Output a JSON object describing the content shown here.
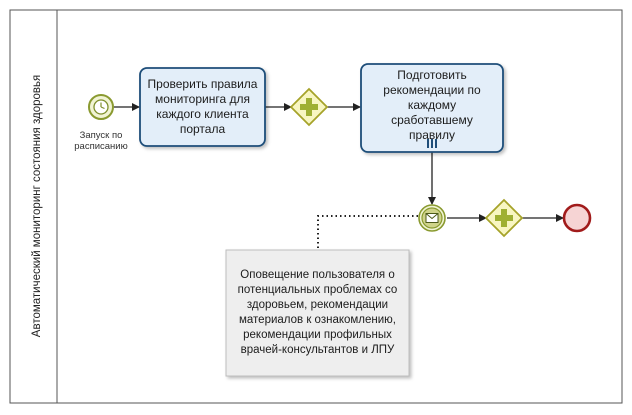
{
  "pool": {
    "lane_label": "Автоматический мониторинг состояния здоровья"
  },
  "start_event": {
    "label": "Запуск по расписанию",
    "label_line1": "Запуск по",
    "label_line2": "расписанию",
    "icon": "timer-icon"
  },
  "task1": {
    "label": "Проверить правила мониторинга для каждого клиента портала"
  },
  "gateway1": {
    "icon": "parallel-gateway-icon"
  },
  "task2": {
    "label": "Подготовить рекомендации по каждому сработавшему правилу",
    "marker": "multi-instance-icon"
  },
  "message_event": {
    "icon": "envelope-icon"
  },
  "gateway2": {
    "icon": "parallel-gateway-icon"
  },
  "end_event": {
    "icon": "end-event-icon"
  },
  "annotation": {
    "text": "Оповещение пользователя о потенциальных проблемах со здоровьем, рекомендации материалов к ознакомлению, рекомендации профильных врачей-консультантов и ЛПУ"
  },
  "colors": {
    "task_fill": "#e3eef9",
    "task_stroke": "#1f4e79",
    "event_fill": "#f1f4d4",
    "event_stroke": "#8a9a30",
    "gateway_fill": "#f8f6c2",
    "gateway_stroke": "#a6a32a",
    "gateway_cross": "#9fb033",
    "end_fill": "#f6d4d4",
    "end_stroke": "#a11b1b",
    "annotation_fill": "#eeeeee",
    "line": "#222222"
  }
}
